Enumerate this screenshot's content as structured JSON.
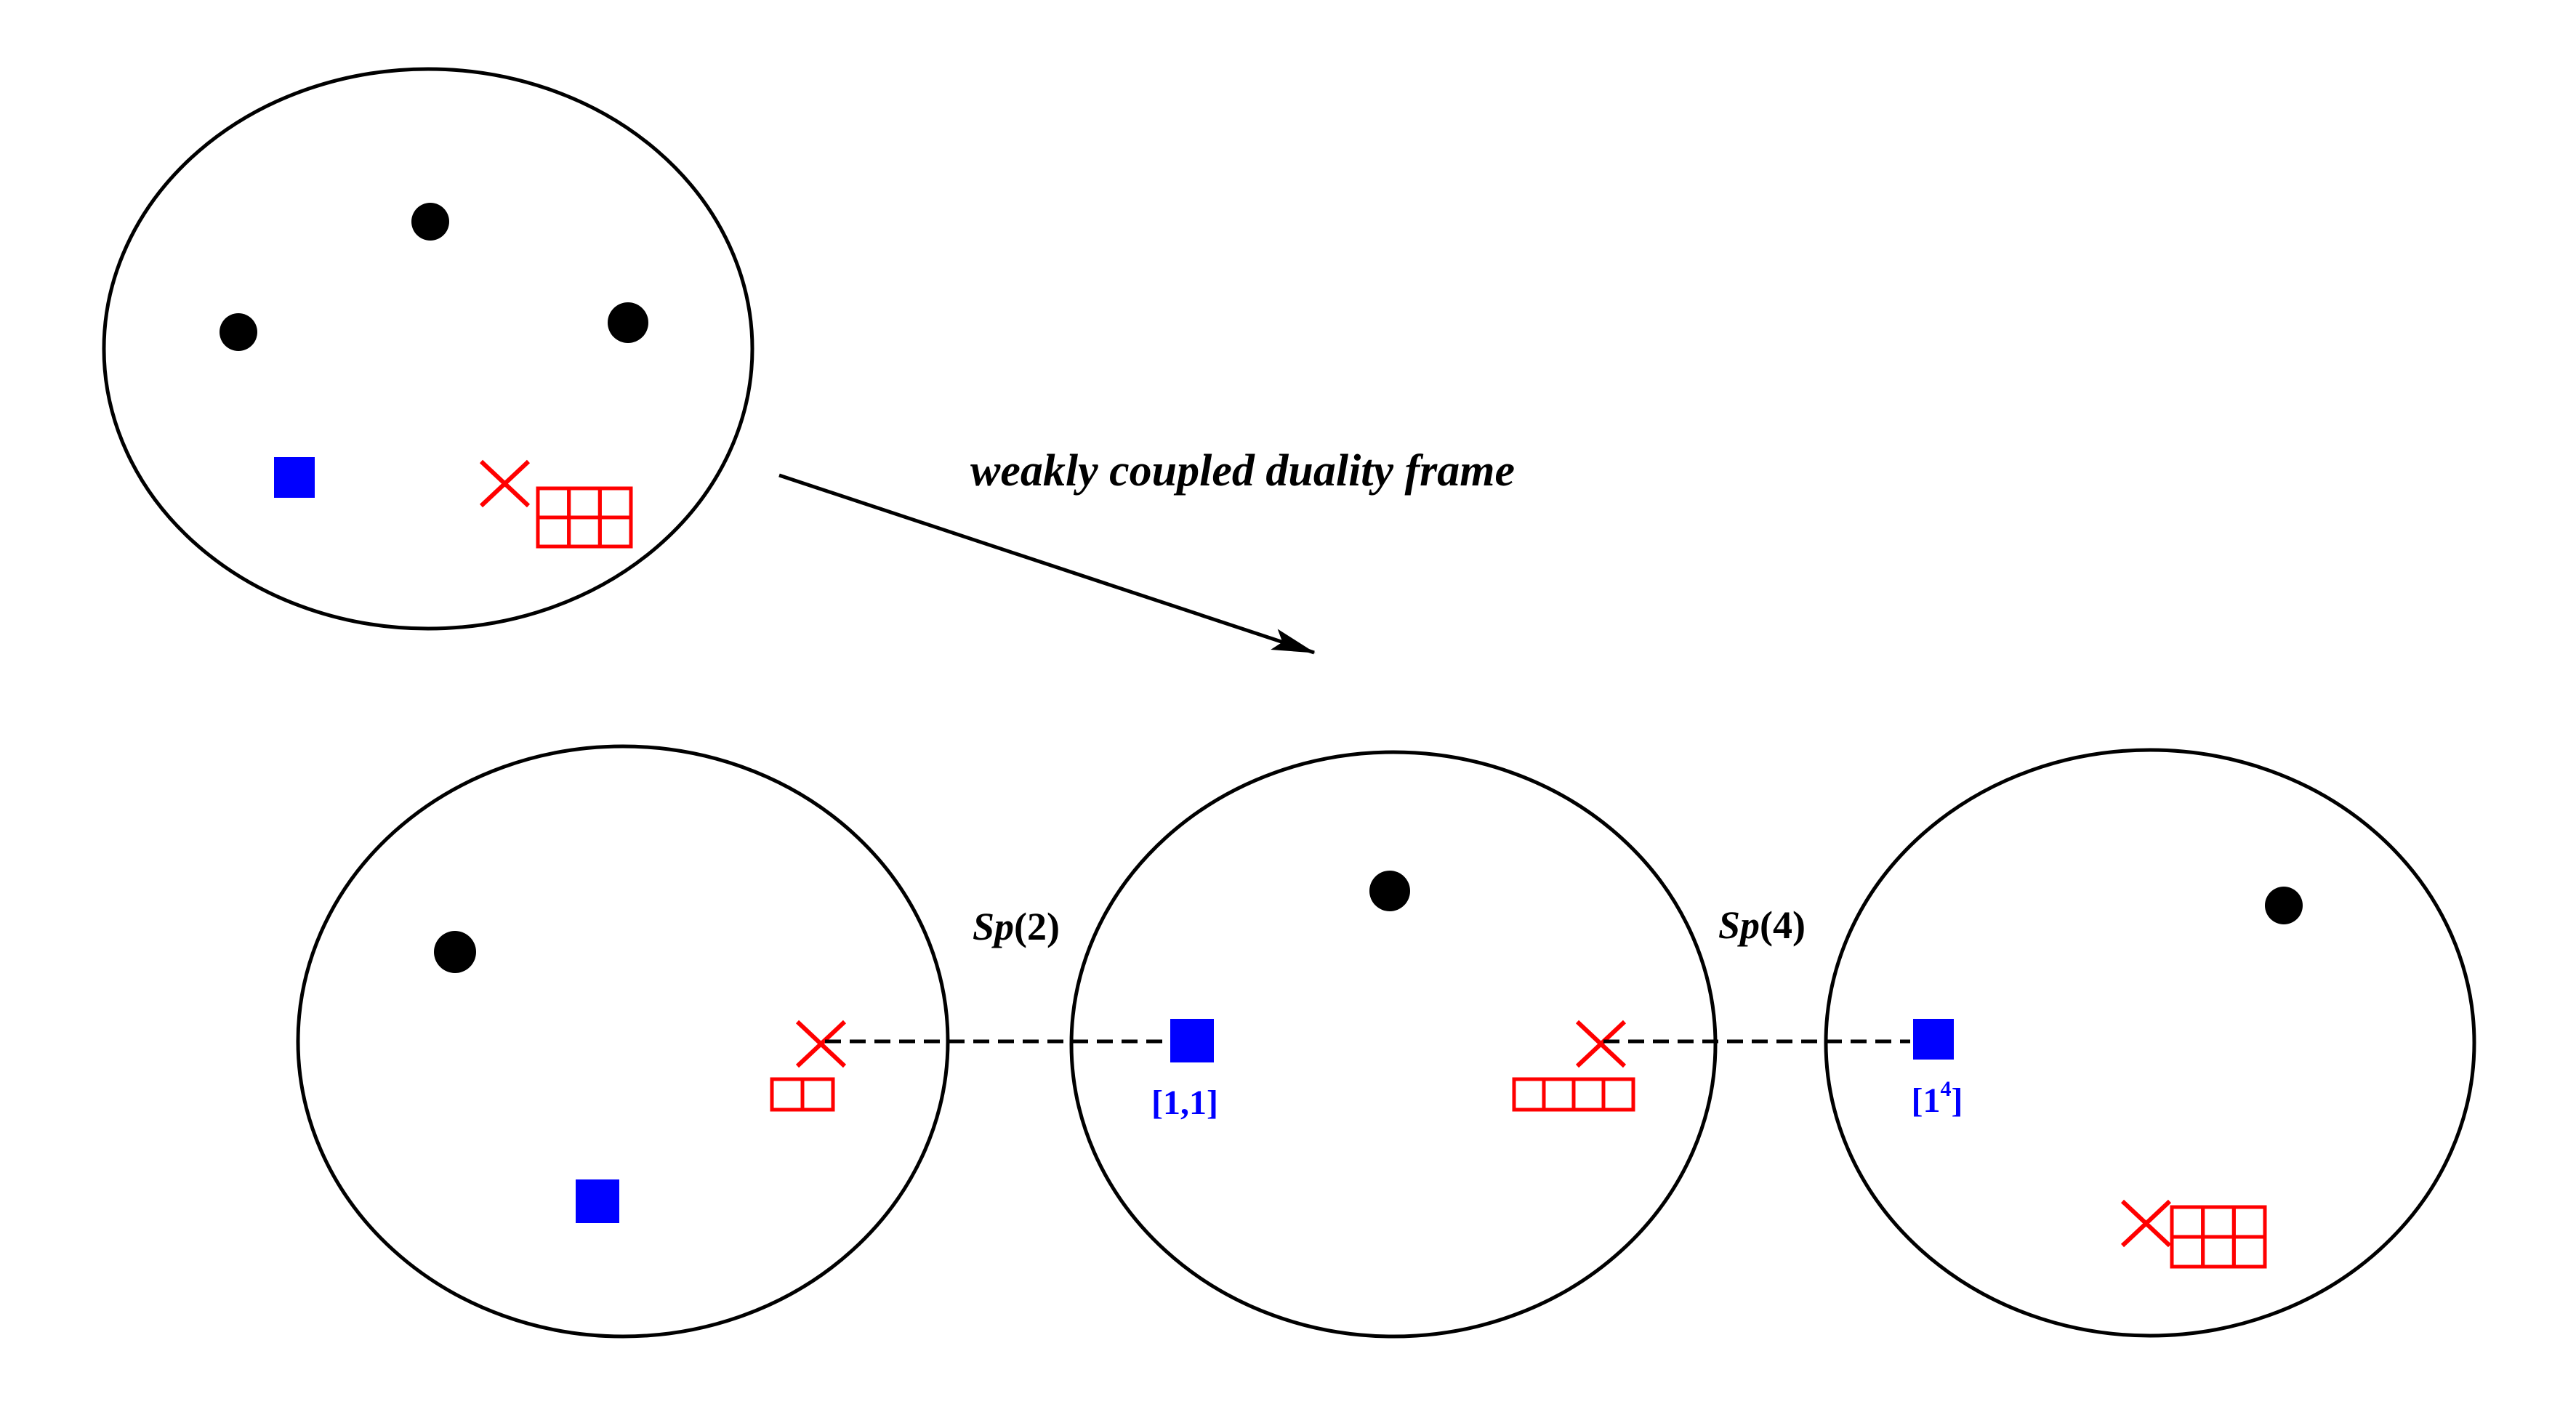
{
  "labels": {
    "arrow_caption": "weakly coupled duality frame",
    "gauge_left_italic": "Sp",
    "gauge_left_rest": "(2)",
    "gauge_right_italic": "Sp",
    "gauge_right_rest": "(4)",
    "partition_middle": "[1,1]",
    "partition_right_base": "[1",
    "partition_right_exp": "4",
    "partition_right_close": "]"
  },
  "young_diagrams": {
    "top_right": {
      "rows": 2,
      "cols": 3
    },
    "bottom_left_right": {
      "rows": 1,
      "cols": 2
    },
    "bottom_middle_right": {
      "rows": 1,
      "cols": 4
    },
    "bottom_right_lower": {
      "rows": 2,
      "cols": 3
    }
  },
  "colors": {
    "outline": "#000000",
    "puncture": "#000000",
    "flavor": "#0000ff",
    "cross": "#ff0000",
    "young": "#ff0000",
    "partition_text": "#0000ff"
  }
}
